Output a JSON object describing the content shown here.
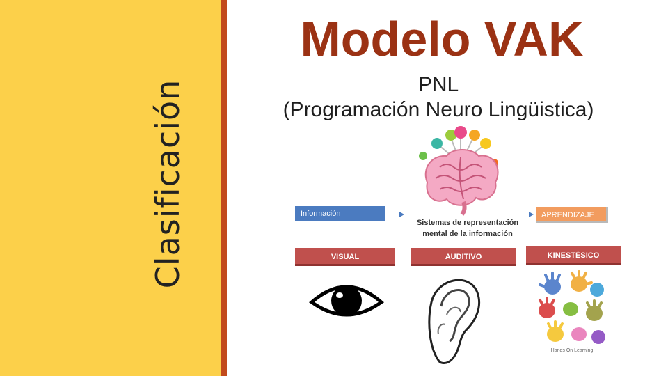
{
  "sidebar": {
    "title": "Clasificación"
  },
  "main": {
    "title": "Modelo VAK",
    "subtitle_line1": "PNL",
    "subtitle_line2": "(Programación Neuro Lingüistica)"
  },
  "diagram": {
    "info_label": "Información",
    "learning_label": "APRENDIZAJE",
    "systems_line1": "Sistemas de representación",
    "systems_line2": "mental de la información",
    "visual_label": "VISUAL",
    "auditory_label": "AUDITIVO",
    "kinesthetic_label": "KINESTÉSICO",
    "hands_caption": "Hands On Learning"
  },
  "colors": {
    "sidebar": "#fcd04a",
    "sidebar_border": "#c24a1c",
    "title": "#9b3214",
    "info_box": "#4b7bc0",
    "learning_box": "#f29c5f",
    "category_box": "#c0504d"
  },
  "icons": [
    "brain-icon",
    "lightbulb-icon",
    "eye-icon",
    "ear-icon",
    "handprint-icon"
  ]
}
